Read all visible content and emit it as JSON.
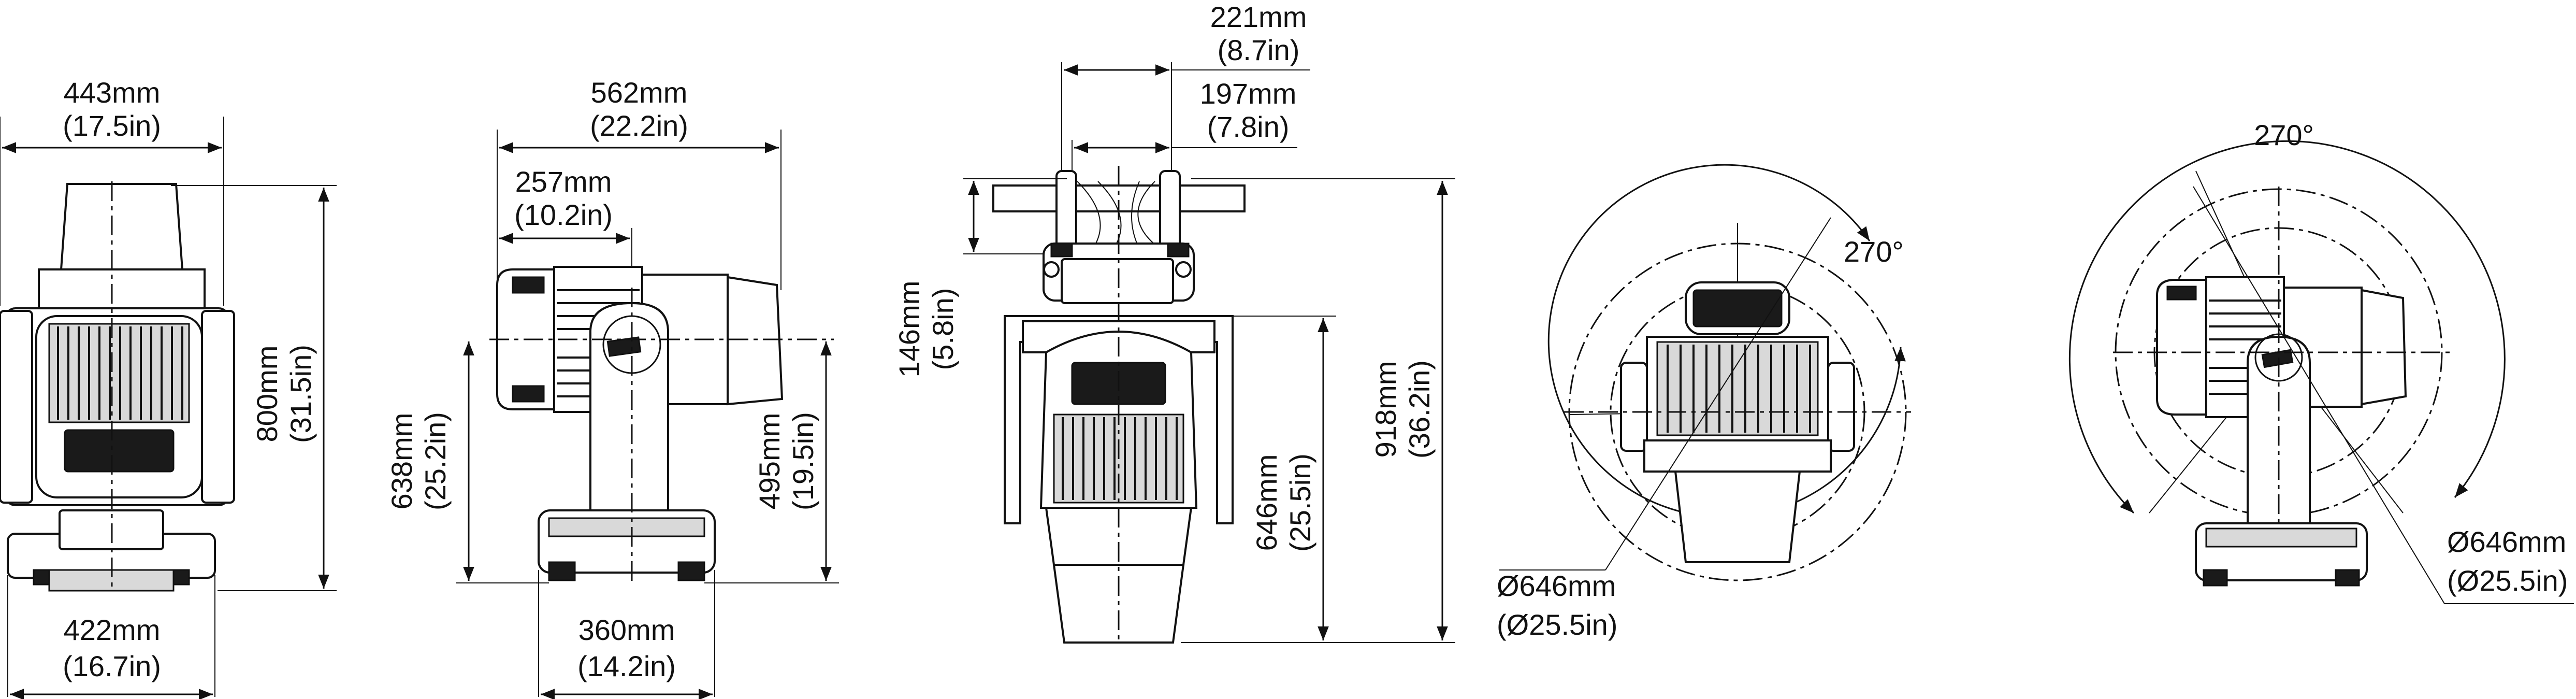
{
  "view1": {
    "top_width": "443mm",
    "top_width_in": "(17.5in)",
    "height": "800mm",
    "height_in": "(31.5in)",
    "base_width": "422mm",
    "base_width_in": "(16.7in)"
  },
  "view2": {
    "head_length": "562mm",
    "head_length_in": "(22.2in)",
    "front_offset": "257mm",
    "front_offset_in": "(10.2in)",
    "tilt_height": "638mm",
    "tilt_height_in": "(25.2in)",
    "yoke_height": "495mm",
    "yoke_height_in": "(19.5in)",
    "base_width": "360mm",
    "base_width_in": "(14.2in)"
  },
  "view3": {
    "clamp_outer": "221mm",
    "clamp_outer_in": "(8.7in)",
    "clamp_inner": "197mm",
    "clamp_inner_in": "(7.8in)",
    "base_height": "146mm",
    "base_height_in": "(5.8in)",
    "hang_height": "646mm",
    "hang_height_in": "(25.5in)",
    "total_height": "918mm",
    "total_height_in": "(36.2in)"
  },
  "view4": {
    "pan_angle": "270°",
    "diameter": "Ø646mm",
    "diameter_in": "(Ø25.5in)"
  },
  "view5": {
    "tilt_angle": "270°",
    "diameter": "Ø646mm",
    "diameter_in": "(Ø25.5in)"
  }
}
